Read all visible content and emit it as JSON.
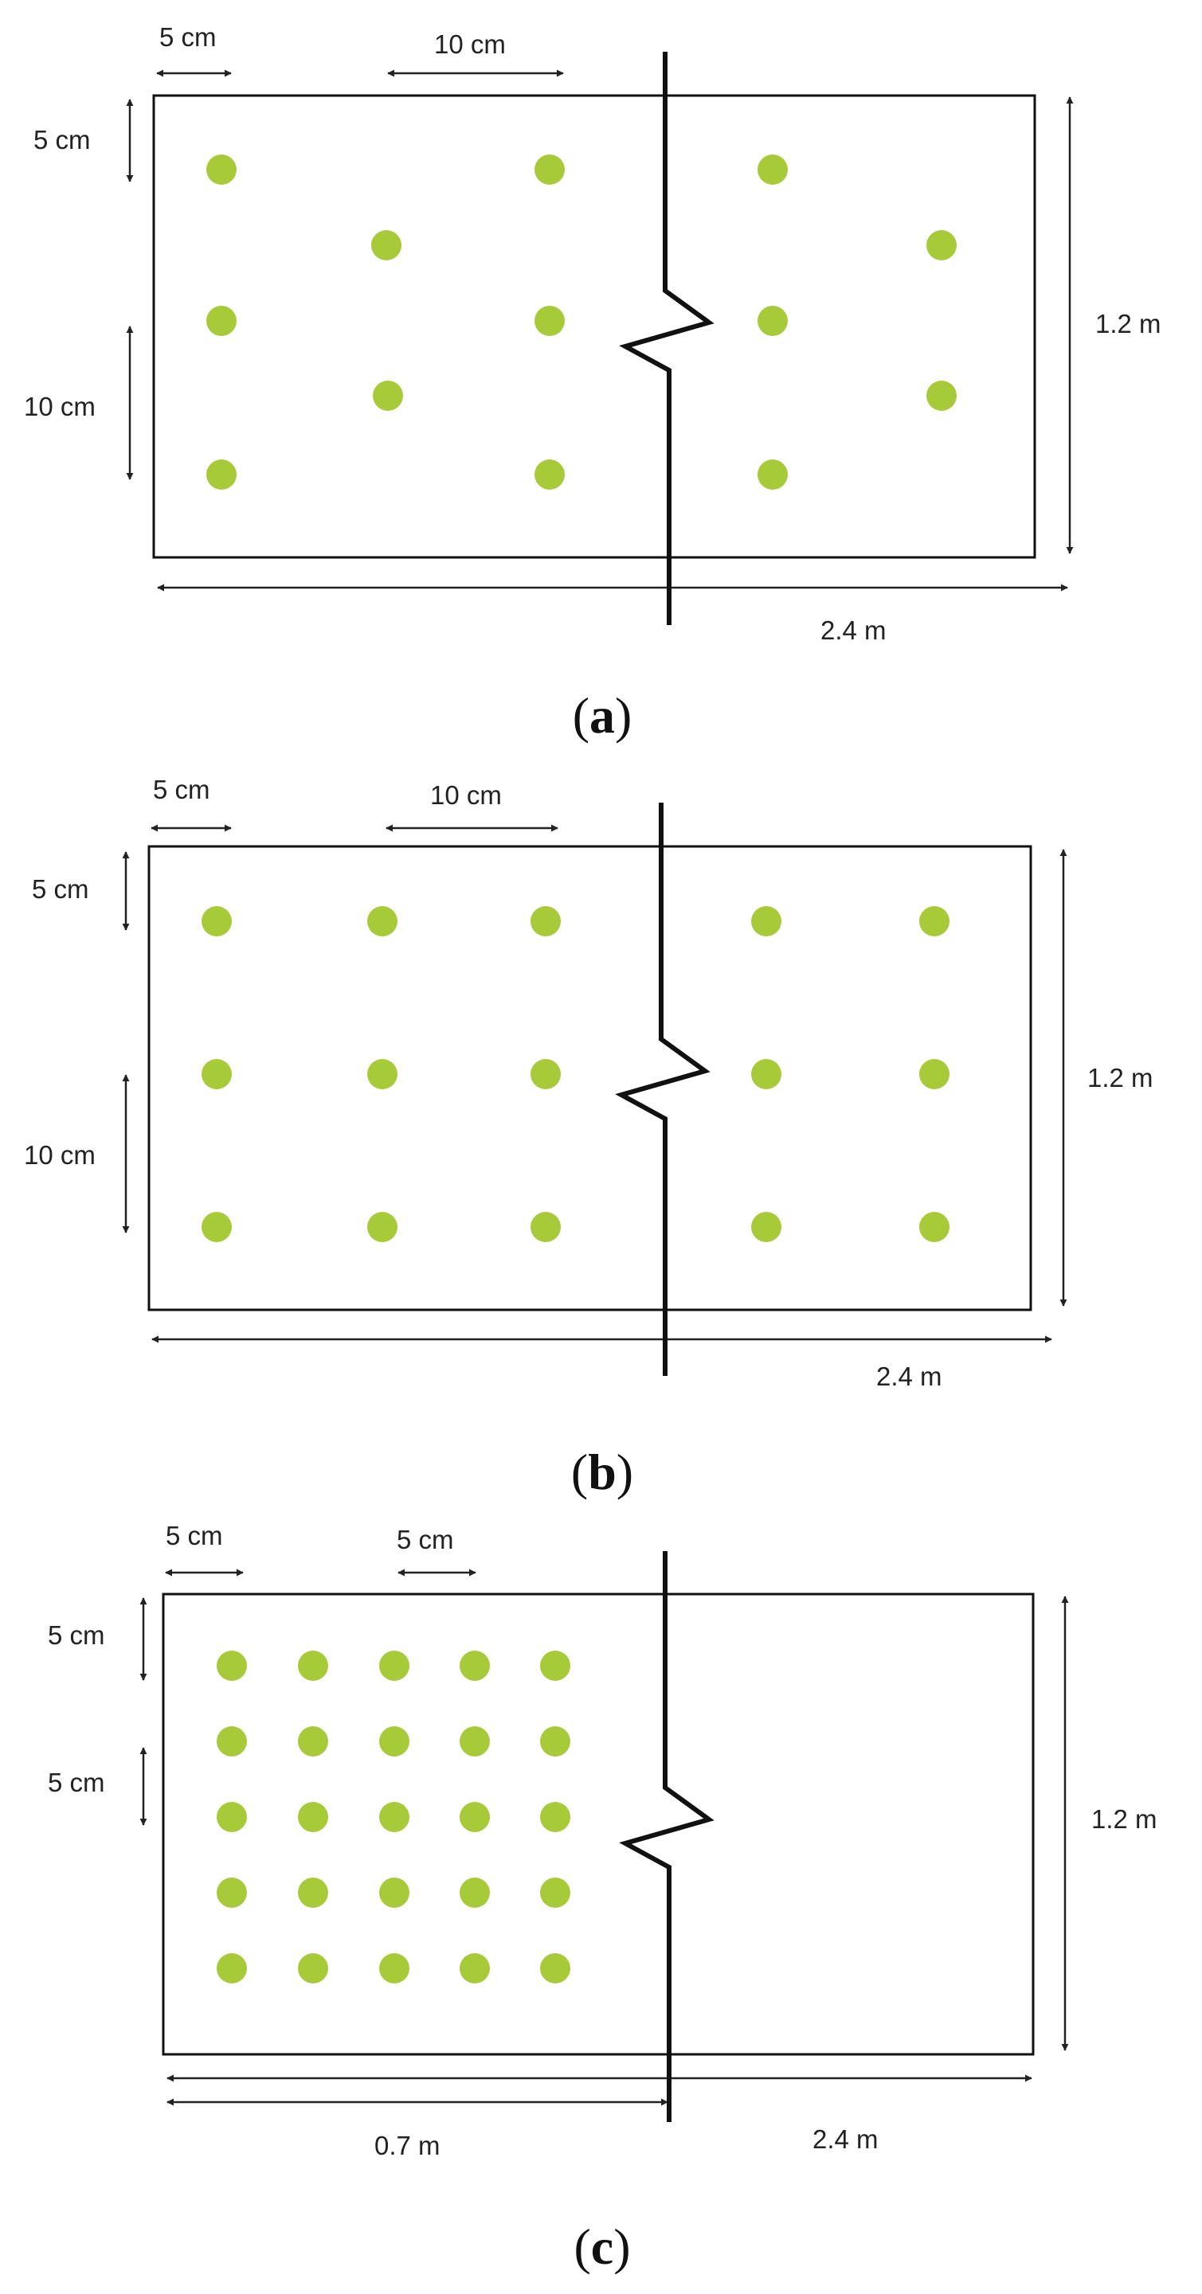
{
  "colors": {
    "dot": "#a6ca38",
    "line": "#111111",
    "dimension": "#222222",
    "background": "#ffffff"
  },
  "panels": [
    {
      "id": "a",
      "caption_letter": "a",
      "labels": {
        "edge_spacing_x": "5 cm",
        "spacing_x": "10 cm",
        "edge_spacing_y": "5 cm",
        "spacing_y": "10 cm",
        "height": "1.2 m",
        "width": "2.4 m"
      }
    },
    {
      "id": "b",
      "caption_letter": "b",
      "labels": {
        "edge_spacing_x": "5 cm",
        "spacing_x": "10 cm",
        "edge_spacing_y": "5 cm",
        "spacing_y": "10 cm",
        "height": "1.2 m",
        "width": "2.4 m"
      }
    },
    {
      "id": "c",
      "caption_letter": "c",
      "labels": {
        "edge_spacing_x": "5 cm",
        "spacing_x": "5 cm",
        "edge_spacing_y": "5 cm",
        "spacing_y": "5 cm",
        "height": "1.2 m",
        "crack_offset": "0.7 m",
        "width": "2.4 m"
      }
    }
  ]
}
